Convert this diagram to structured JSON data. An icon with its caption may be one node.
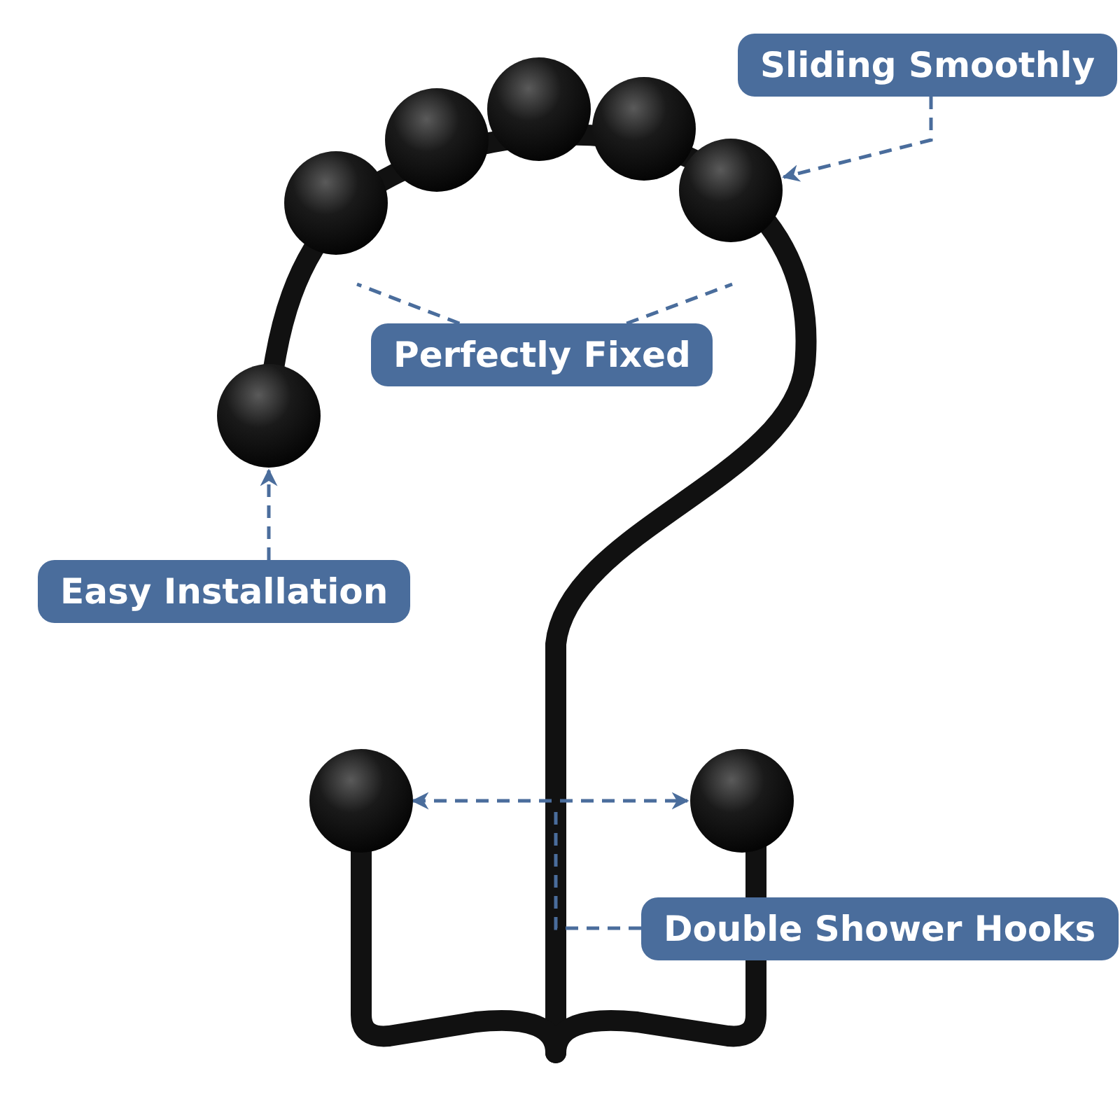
{
  "diagram": {
    "nodes": [
      {
        "text": [
          "Sliding Smoothly"
        ]
      },
      {
        "text": [
          "Perfectly Fixed"
        ]
      },
      {
        "text": [
          "Easy Installation"
        ]
      },
      {
        "text": [
          "Double Shower Hooks"
        ]
      },
      {
        "text": [],
        "shape": "circle"
      },
      {
        "text": [],
        "shape": "circle"
      },
      {
        "text": [],
        "shape": "circle"
      },
      {
        "text": [],
        "shape": "circle"
      }
    ],
    "edges": [
      {
        "from": 0,
        "to": 4,
        "arrow": "to"
      },
      {
        "from": 1,
        "to": null,
        "arrow": "none"
      },
      {
        "from": 1,
        "to": null,
        "arrow": "none"
      },
      {
        "from": 2,
        "to": 5,
        "arrow": "to"
      },
      {
        "from": 6,
        "to": 7,
        "arrow": "both"
      },
      {
        "from": 3,
        "to": null,
        "arrow": "none"
      }
    ]
  }
}
